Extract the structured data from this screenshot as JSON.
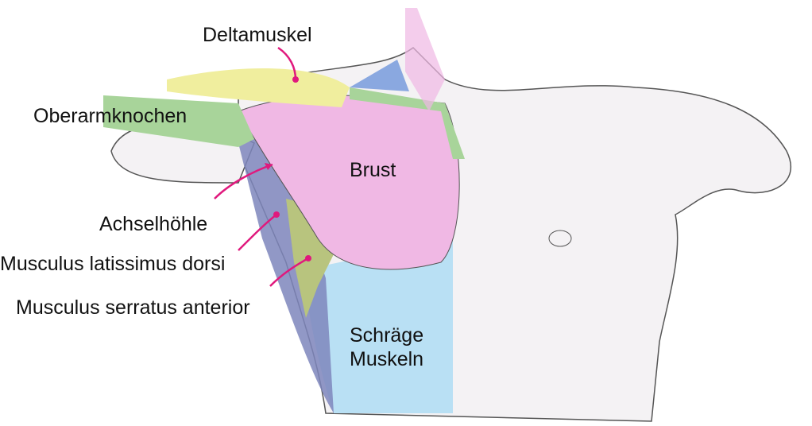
{
  "labels": {
    "deltoid": "Deltamuskel",
    "humerus": "Oberarmknochen",
    "chest": "Brust",
    "armpit": "Achselhöhle",
    "latissimus": "Musculus latissimus dorsi",
    "serratus": "Musculus serratus anterior",
    "obliques_1": "Schräge",
    "obliques_2": "Muskeln"
  },
  "colors": {
    "deltoid": "#f0ee9e",
    "humerus": "#a8d49a",
    "chest": "#f0b8e4",
    "lat": "#7e86bc",
    "serratus": "#b8c47e",
    "oblique": "#b9e0f4",
    "pointer": "#e0197d"
  }
}
